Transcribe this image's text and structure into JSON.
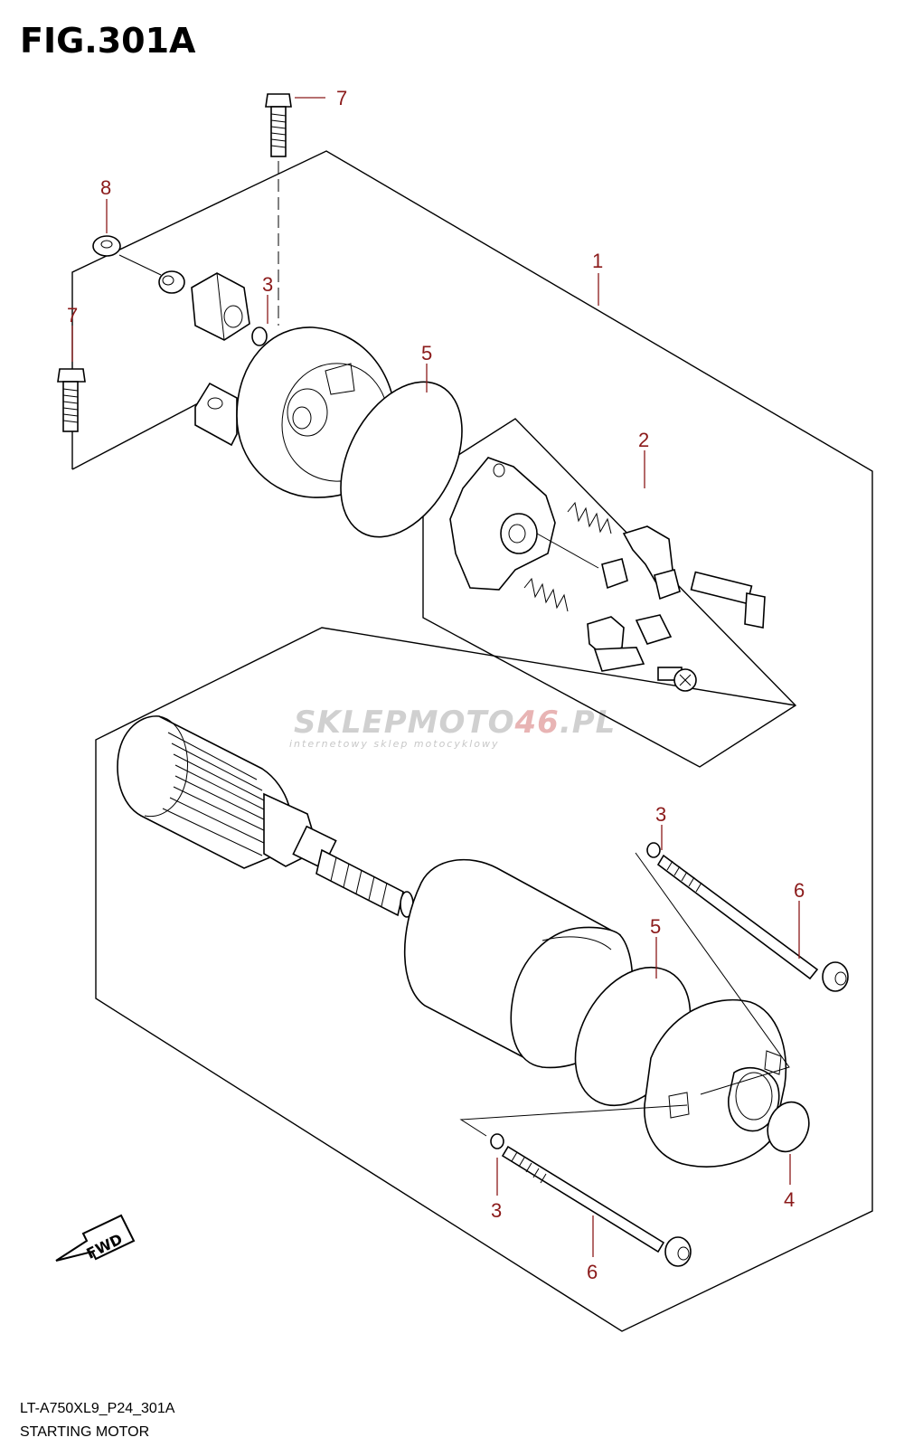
{
  "figure": {
    "title": "FIG.301A",
    "code": "LT-A750XL9_P24_301A",
    "name": "STARTING MOTOR"
  },
  "watermark": {
    "main_a": "SKLEP",
    "main_b": "MOTO",
    "main_c": "46",
    "main_d": ".PL",
    "sub": "internetowy sklep motocyklowy"
  },
  "fwd_label": "FWD",
  "callouts": [
    {
      "id": "c1",
      "label": "1"
    },
    {
      "id": "c2",
      "label": "2"
    },
    {
      "id": "c3a",
      "label": "3"
    },
    {
      "id": "c3b",
      "label": "3"
    },
    {
      "id": "c3c",
      "label": "3"
    },
    {
      "id": "c4",
      "label": "4"
    },
    {
      "id": "c5a",
      "label": "5"
    },
    {
      "id": "c5b",
      "label": "5"
    },
    {
      "id": "c6a",
      "label": "6"
    },
    {
      "id": "c6b",
      "label": "6"
    },
    {
      "id": "c7a",
      "label": "7"
    },
    {
      "id": "c7b",
      "label": "7"
    },
    {
      "id": "c8",
      "label": "8"
    }
  ],
  "colors": {
    "callout": "#8b1a1a",
    "line": "#000000",
    "watermark": "#d0d0d0",
    "watermark_accent": "#c0392b"
  }
}
